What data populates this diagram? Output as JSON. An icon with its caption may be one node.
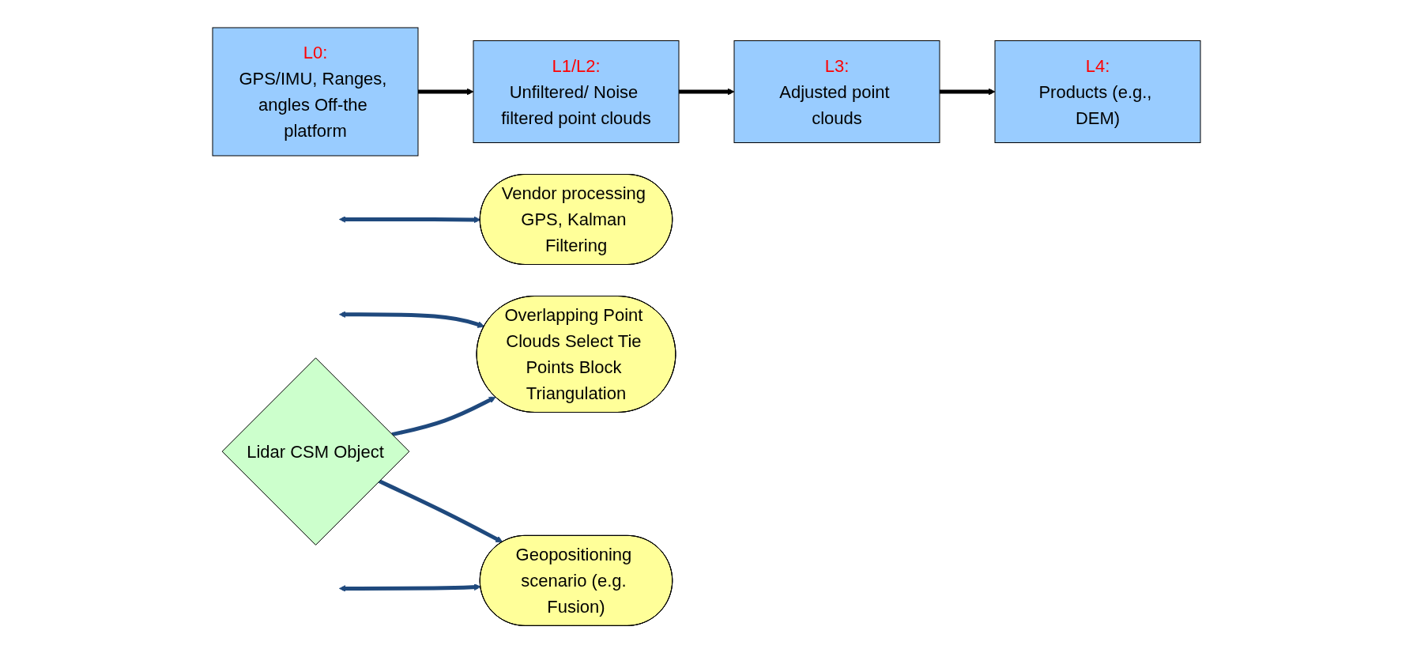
{
  "diagram": {
    "nodes": [
      {
        "text": [
          "L0:",
          "GPS/IMU, Ranges, angles Off-the platform"
        ]
      },
      {
        "text": [
          "L1/L2:",
          "Unfiltered/ Noise filtered point clouds"
        ]
      },
      {
        "text": [
          "L3:",
          "Adjusted point clouds"
        ]
      },
      {
        "text": [
          "L4:",
          "Products (e.g., DEM)"
        ]
      },
      {
        "text": [
          "Vendor processing GPS, Kalman Filtering"
        ]
      },
      {
        "text": [
          "Overlapping Point Clouds Select Tie Points Block Triangulation"
        ]
      },
      {
        "text": [
          "Geopositioning scenario (e.g. Fusion)"
        ]
      },
      {
        "text": [
          "Lidar CSM Object"
        ]
      }
    ],
    "edges": [
      {
        "from": 0,
        "to": 1,
        "arrow": "to",
        "color": "#000000"
      },
      {
        "from": 1,
        "to": 2,
        "arrow": "to",
        "color": "#000000"
      },
      {
        "from": 2,
        "to": 3,
        "arrow": "to",
        "color": "#000000"
      },
      {
        "from": null,
        "to": 4,
        "arrow": "both"
      },
      {
        "from": null,
        "to": 5,
        "arrow": "both"
      },
      {
        "from": null,
        "to": 6,
        "arrow": "both"
      },
      {
        "from": 7,
        "to": 5,
        "arrow": "to"
      },
      {
        "from": 7,
        "to": 6,
        "arrow": "to"
      }
    ]
  }
}
